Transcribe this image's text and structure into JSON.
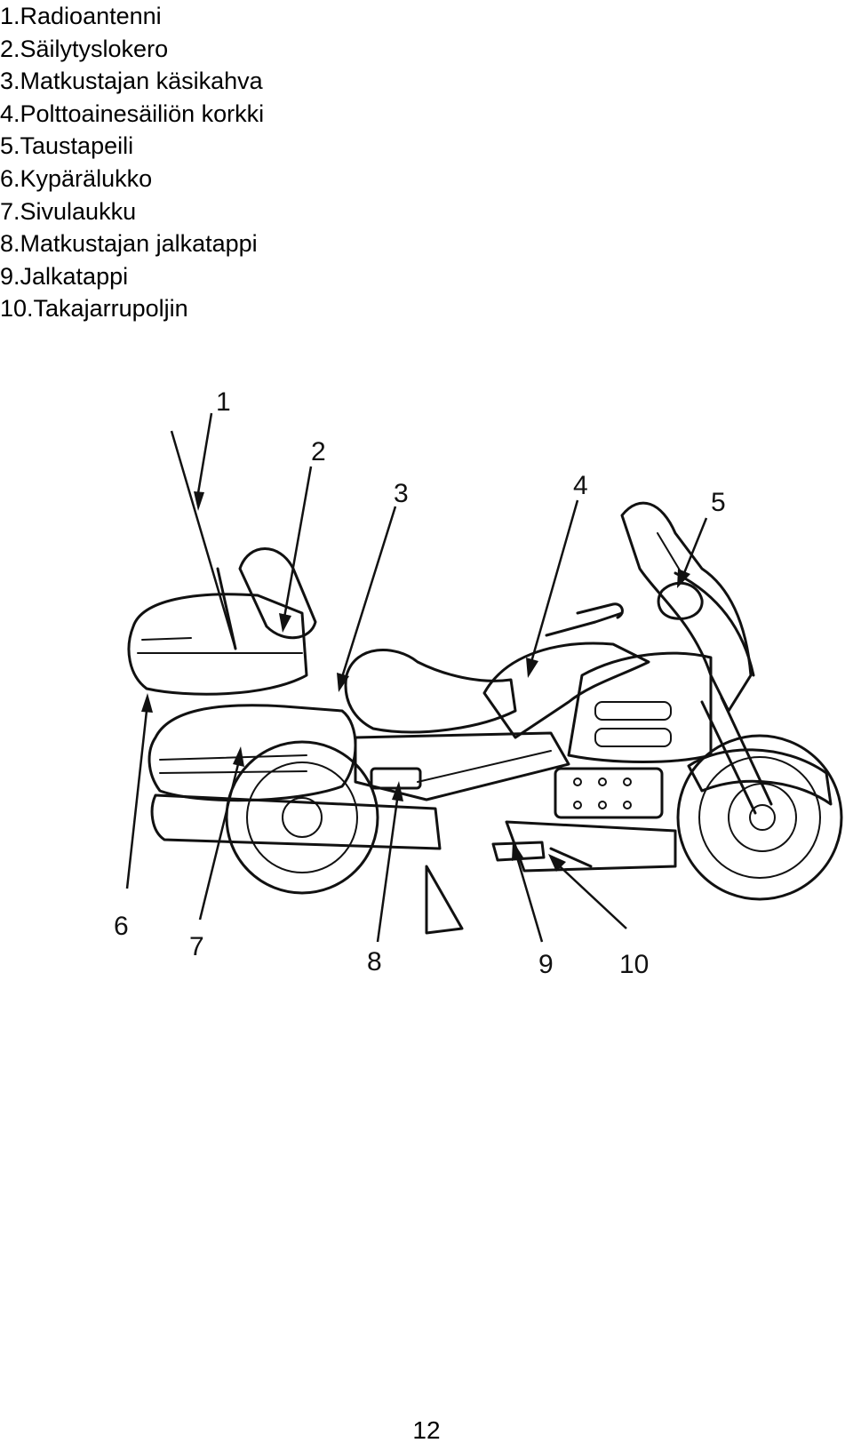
{
  "legend": {
    "items": [
      "1.Radioantenni",
      "2.Säilytyslokero",
      "3.Matkustajan käsikahva",
      "4.Polttoainesäiliön korkki",
      "5.Taustapeili",
      "6.Kypärälukko",
      "7.Sivulaukku",
      "8.Matkustajan jalkatappi",
      "9.Jalkatappi",
      "10.Takajarrupoljin"
    ]
  },
  "diagram": {
    "callouts": [
      "1",
      "2",
      "3",
      "4",
      "5",
      "6",
      "7",
      "8",
      "9",
      "10"
    ]
  },
  "page_number": "12"
}
